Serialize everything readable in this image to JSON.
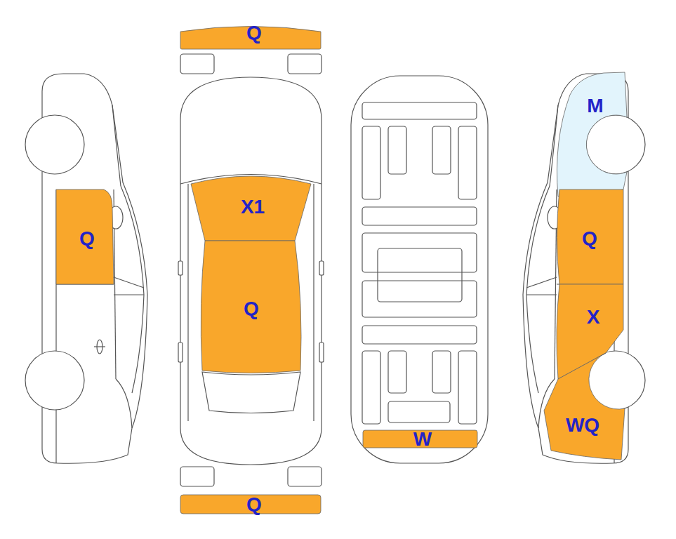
{
  "diagram": {
    "nodes": [
      {
        "text": [
          "Q"
        ]
      },
      {
        "text": [
          "Q"
        ]
      },
      {
        "text": [
          "X1"
        ]
      },
      {
        "text": [
          "Q"
        ]
      },
      {
        "text": [
          "Q"
        ]
      },
      {
        "text": [
          "W"
        ]
      },
      {
        "text": [
          "M"
        ]
      },
      {
        "text": [
          "Q"
        ]
      },
      {
        "text": [
          "X"
        ]
      },
      {
        "text": [
          "WQ"
        ]
      }
    ]
  }
}
